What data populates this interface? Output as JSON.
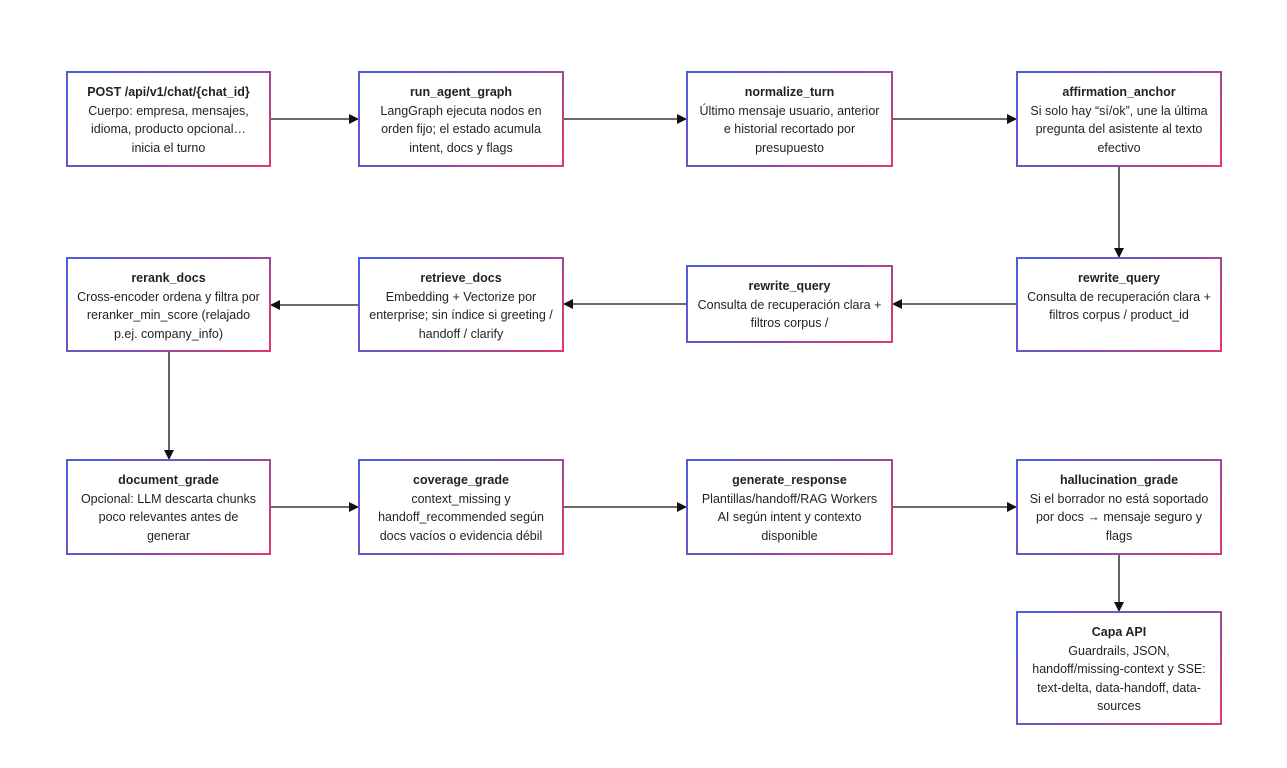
{
  "diagram": {
    "accent_gradient": [
      "#4a5ee0",
      "#7a4fb8",
      "#e23a63"
    ],
    "nodes": [
      {
        "id": "post",
        "title": "POST /api/v1/chat/{chat_id}",
        "body": "Cuerpo: empresa, mensajes, idioma, producto opcional… inicia el turno"
      },
      {
        "id": "run_agent_graph",
        "title": "run_agent_graph",
        "body": "LangGraph ejecuta nodos en orden fijo; el estado acumula intent, docs y flags"
      },
      {
        "id": "normalize_turn",
        "title": "normalize_turn",
        "body": "Último mensaje usuario, anterior e historial recortado por presupuesto"
      },
      {
        "id": "affirmation_anchor",
        "title": "affirmation_anchor",
        "body": "Si solo hay “sí/ok”, une la última pregunta del asistente al texto efectivo"
      },
      {
        "id": "rewrite_query_right",
        "title": "rewrite_query",
        "body": "Consulta de recuperación clara + filtros corpus / product_id"
      },
      {
        "id": "rewrite_query_mid",
        "title": "rewrite_query",
        "body": "Consulta de recuperación clara + filtros corpus /"
      },
      {
        "id": "retrieve_docs",
        "title": "retrieve_docs",
        "body": "Embedding + Vectorize por enterprise; sin índice si greeting / handoff / clarify"
      },
      {
        "id": "rerank_docs",
        "title": "rerank_docs",
        "body": "Cross-encoder ordena y filtra por reranker_min_score (relajado p.ej. company_info)"
      },
      {
        "id": "document_grade",
        "title": "document_grade",
        "body": "Opcional: LLM descarta chunks poco relevantes antes de generar"
      },
      {
        "id": "coverage_grade",
        "title": "coverage_grade",
        "body": "context_missing y handoff_recommended según docs vacíos o evidencia débil"
      },
      {
        "id": "generate_response",
        "title": "generate_response",
        "body": "Plantillas/handoff/RAG Workers AI según intent y contexto disponible"
      },
      {
        "id": "hallucination_grade",
        "title": "hallucination_grade",
        "body": "Si el borrador no está soportado por docs → mensaje seguro y flags"
      },
      {
        "id": "capa_api",
        "title": "Capa API",
        "body": "Guardrails, JSON, handoff/missing-context y SSE: text-delta, data-handoff, data-sources"
      }
    ],
    "edges": [
      [
        "post",
        "run_agent_graph"
      ],
      [
        "run_agent_graph",
        "normalize_turn"
      ],
      [
        "normalize_turn",
        "affirmation_anchor"
      ],
      [
        "affirmation_anchor",
        "rewrite_query_right"
      ],
      [
        "rewrite_query_right",
        "rewrite_query_mid"
      ],
      [
        "rewrite_query_mid",
        "retrieve_docs"
      ],
      [
        "retrieve_docs",
        "rerank_docs"
      ],
      [
        "rerank_docs",
        "document_grade"
      ],
      [
        "document_grade",
        "coverage_grade"
      ],
      [
        "coverage_grade",
        "generate_response"
      ],
      [
        "generate_response",
        "hallucination_grade"
      ],
      [
        "hallucination_grade",
        "capa_api"
      ]
    ]
  }
}
